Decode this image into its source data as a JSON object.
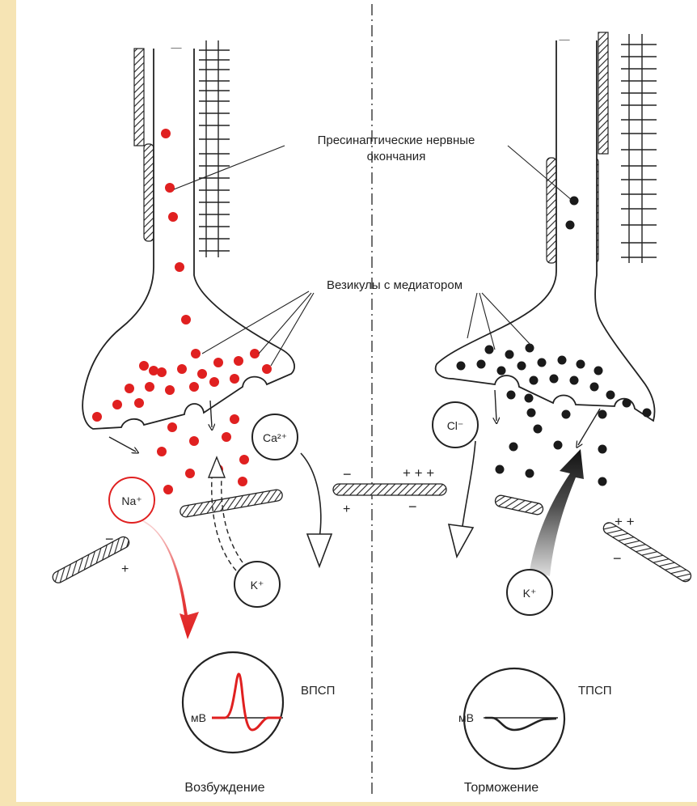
{
  "labels": {
    "presynaptic_line1": "Пресинаптические нервные",
    "presynaptic_line2": "окончания",
    "vesicles": "Везикулы с медиатором",
    "excitation": "Возбуждение",
    "inhibition": "Торможение",
    "epsp": "ВПСП",
    "ipsp": "ТПСП",
    "mv_left": "мВ",
    "mv_right": "мВ"
  },
  "ions": {
    "na": "Na⁺",
    "ca": "Ca²⁺",
    "k_left": "K⁺",
    "cl": "Cl⁻",
    "k_right": "K⁺"
  },
  "charges": {
    "minus": "−",
    "plus": "+",
    "plus_plus": "+ +",
    "plus_plus_plus": "+ +  +"
  },
  "colors": {
    "excitatory": "#e02020",
    "inhibitory": "#1a1a1a",
    "line": "#222222",
    "background_frame": "#f6e4b4"
  }
}
